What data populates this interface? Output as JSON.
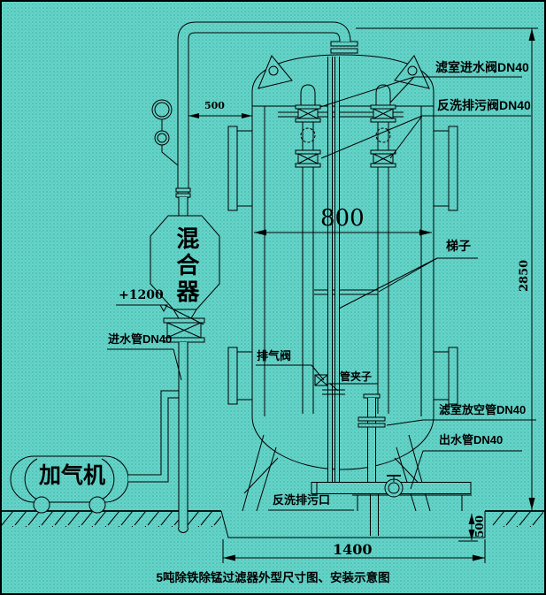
{
  "drawing": {
    "title": "5吨除铁除锰过滤器外型尺寸图、安装示意图",
    "labels": {
      "filter_inlet_valve": "滤室进水阀DN40",
      "backwash_drain_valve": "反洗排污阀DN40",
      "ladder": "梯子",
      "mixer": "混合器",
      "elevation": "+1200",
      "inlet_pipe": "进水管DN40",
      "aerator": "加气机",
      "exhaust_valve": "排气阀",
      "pipe_clamp": "管夹子",
      "chamber_vent_pipe": "滤室放空管DN40",
      "outlet_pipe": "出水管DN40",
      "backwash_drain_outlet": "反洗排污口"
    },
    "dimensions": {
      "pipe_offset": "500",
      "tank_width": "800",
      "overall_height": "2850",
      "base_width": "1400",
      "pit_depth": "500"
    },
    "colors": {
      "background": "#66d4c9",
      "dot": "#3aaca1",
      "line": "#000000"
    }
  }
}
